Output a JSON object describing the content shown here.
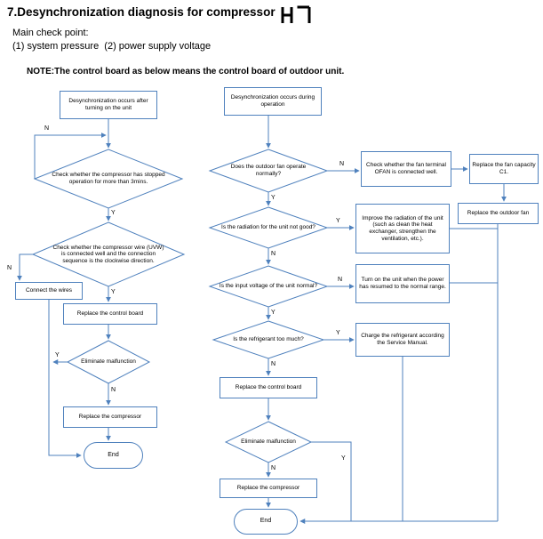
{
  "header": {
    "title": "7.Desynchronization diagnosis for compressor",
    "display_code": "H7",
    "main_check": "Main check point:",
    "points": "(1) system pressure  (2) power supply voltage",
    "note": "NOTE:The control board as below means the control board of outdoor unit."
  },
  "labels": {
    "yes": "Y",
    "no": "N"
  },
  "left_chart": {
    "start": "Desynchronization occurs after turning on the unit",
    "check_stopped": "Check whether the compressor has stopped operation for more than 3mins.",
    "check_wire": "Check whether the compressor wire (UVW) is connected well and the connection sequence is the clockwise direction.",
    "connect_wires": "Connect the wires",
    "replace_control_board": "Replace the control board",
    "eliminate_malfunction": "Eliminate malfunction",
    "replace_compressor": "Replace the compressor",
    "end": "End"
  },
  "right_chart": {
    "start": "Desynchronization occurs during operation",
    "fan_operate": "Does the outdoor fan operate normally?",
    "check_ofan": "Check whether the fan terminal OFAN is connected well.",
    "replace_fan_capacity": "Replace the fan capacity C1.",
    "radiation": "Is the radiation for the unit not good?",
    "improve_radiation": "Improve the radiation of the unit (such as clean the heat exchanger, strengthen the ventilation, etc.).",
    "replace_outdoor_fan": "Replace the outdoor fan",
    "input_voltage": "Is the input voltage of the unit normal?",
    "turn_on_unit": "Turn on the unit when the power has resumed to the normal range.",
    "refrigerant": "Is the refrigerant too much?",
    "charge_refrigerant": "Charge the refrigerant according the Service Manual.",
    "replace_control_board": "Replace the control board",
    "eliminate_malfunction": "Eliminate malfunction",
    "replace_compressor": "Replace the compressor",
    "end": "End"
  },
  "colors": {
    "line": "#4f81bd"
  }
}
